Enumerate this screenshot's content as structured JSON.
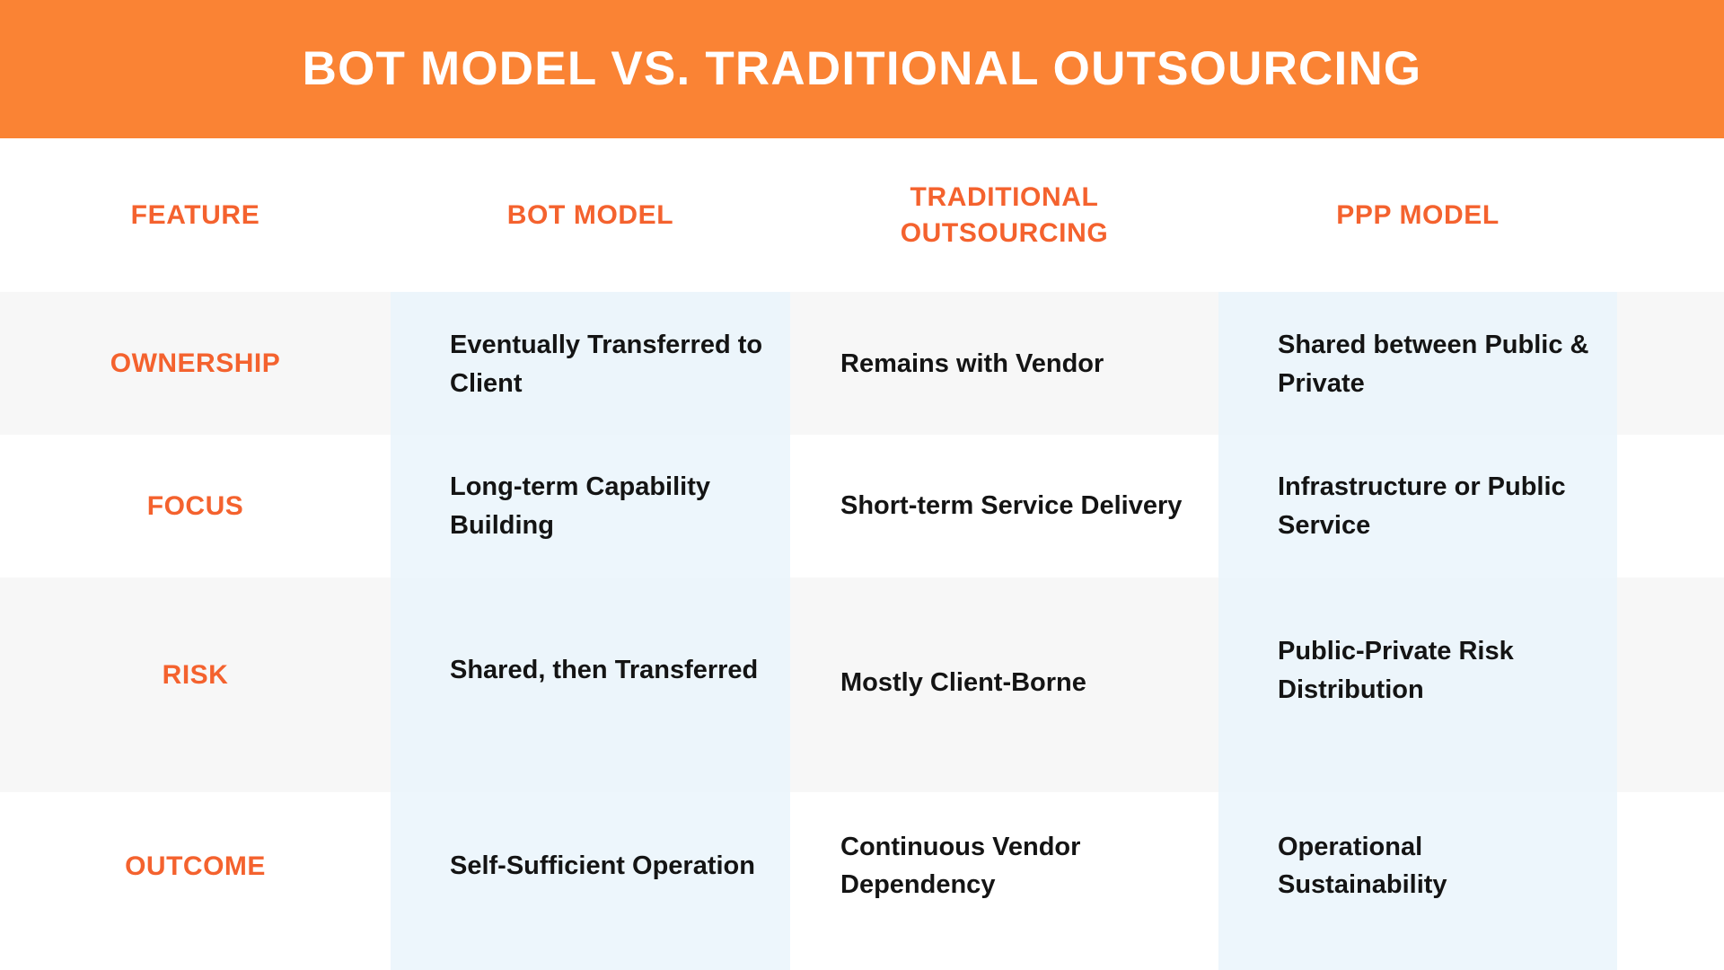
{
  "banner": {
    "title": "BOT MODEL VS. TRADITIONAL OUTSOURCING",
    "background_color": "#FA8334",
    "text_color": "#FFFFFF"
  },
  "table": {
    "accent_color": "#F4622E",
    "highlight_column_color": "#EAF5FB",
    "zebra_row_color": "#F7F7F7",
    "value_text_color": "#141414",
    "columns": [
      {
        "key": "feature",
        "label": "FEATURE"
      },
      {
        "key": "bot_model",
        "label": "BOT MODEL"
      },
      {
        "key": "traditional",
        "label": "TRADITIONAL OUTSOURCING"
      },
      {
        "key": "ppp_model",
        "label": "PPP MODEL"
      }
    ],
    "column_labels": {
      "feature": "FEATURE",
      "bot_model": "BOT MODEL",
      "traditional_line1": "TRADITIONAL",
      "traditional_line2": "OUTSOURCING",
      "ppp_model": "PPP MODEL"
    },
    "rows": [
      {
        "feature": "OWNERSHIP",
        "bot_model": "Eventually Transferred to Client",
        "traditional": "Remains with Vendor",
        "ppp_model": "Shared between Public & Private"
      },
      {
        "feature": "FOCUS",
        "bot_model": "Long-term Capability Building",
        "traditional": "Short-term Service Delivery",
        "ppp_model": "Infrastructure or Public Service"
      },
      {
        "feature": "RISK",
        "bot_model": "Shared, then Transferred",
        "traditional": "Mostly Client-Borne",
        "ppp_model": "Public-Private Risk Distribution"
      },
      {
        "feature": "OUTCOME",
        "bot_model": "Self-Sufficient Operation",
        "traditional": "Continuous Vendor Dependency",
        "ppp_model": "Operational Sustainability"
      }
    ]
  }
}
